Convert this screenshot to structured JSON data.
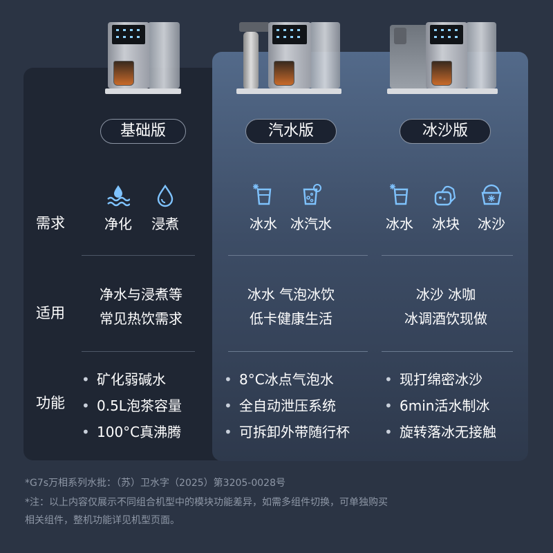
{
  "versions": [
    {
      "name": "基础版"
    },
    {
      "name": "汽水版"
    },
    {
      "name": "冰沙版"
    }
  ],
  "rows": {
    "demand_label": "需求",
    "usage_label": "适用",
    "feature_label": "功能"
  },
  "demand": {
    "basic": [
      {
        "label": "净化",
        "icon": "water-wave-icon"
      },
      {
        "label": "浸煮",
        "icon": "water-drop-icon"
      }
    ],
    "soda": [
      {
        "label": "冰水",
        "icon": "ice-water-glass-icon"
      },
      {
        "label": "冰汽水",
        "icon": "sparkling-water-glass-icon"
      }
    ],
    "smoothie": [
      {
        "label": "冰水",
        "icon": "ice-water-glass-icon"
      },
      {
        "label": "冰块",
        "icon": "ice-cube-icon"
      },
      {
        "label": "冰沙",
        "icon": "shaved-ice-icon"
      }
    ]
  },
  "usage": {
    "basic": [
      "净水与浸煮等",
      "常见热饮需求"
    ],
    "soda": [
      "冰水 气泡冰饮",
      "低卡健康生活"
    ],
    "smoothie": [
      "冰沙 冰咖",
      "冰调酒饮现做"
    ]
  },
  "features": {
    "basic": [
      "矿化弱碱水",
      "0.5L泡茶容量",
      "100°C真沸腾"
    ],
    "soda": [
      "8°C冰点气泡水",
      "全自动泄压系统",
      "可拆卸外带随行杯"
    ],
    "smoothie": [
      "现打绵密冰沙",
      "6min活水制冰",
      "旋转落冰无接触"
    ]
  },
  "bullet": "•",
  "footnotes": [
    "*G7s万相系列水批：（苏）卫水字（2025）第3205-0028号",
    "*注：以上内容仅展示不同组合机型中的模块功能差异，如需多组件切换，可单独购买",
    "相关组件，整机功能详见机型页面。"
  ],
  "colors": {
    "background": "#2b3444",
    "panel_dark": "#1f2633",
    "panel_highlight": "#4b607f",
    "icon_blue": "#7fc3ff",
    "text": "#ffffff"
  }
}
